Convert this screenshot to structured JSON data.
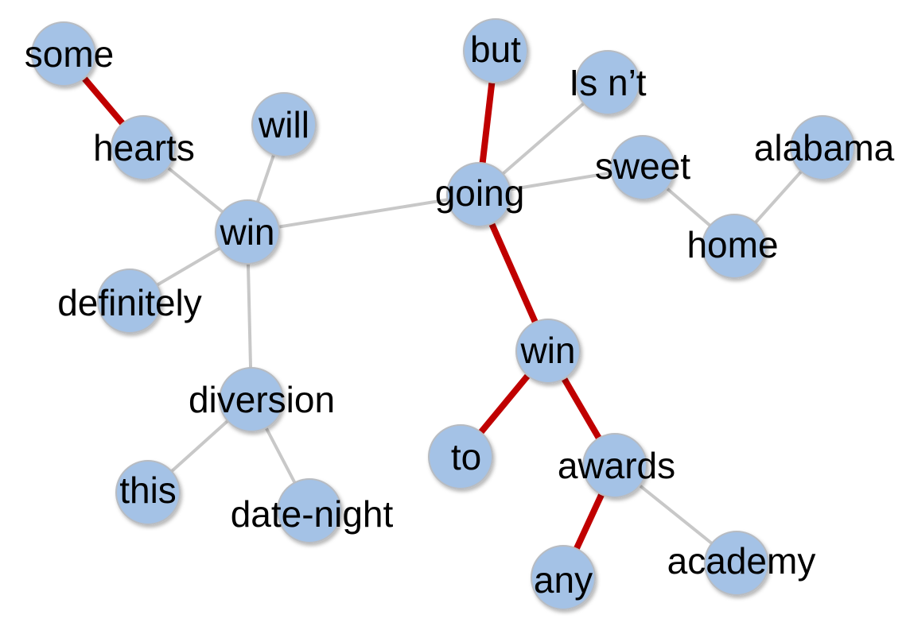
{
  "graph": {
    "colors": {
      "node_fill": "#a4c2e6",
      "node_border": "#b8bcc2",
      "edge_default": "#c8c8c8",
      "edge_highlight": "#c00000",
      "label": "#000000"
    },
    "nodes": [
      {
        "id": "some",
        "label": "some"
      },
      {
        "id": "hearts",
        "label": "hearts"
      },
      {
        "id": "will",
        "label": "will"
      },
      {
        "id": "win1",
        "label": "win"
      },
      {
        "id": "definitely",
        "label": "definitely"
      },
      {
        "id": "diversion",
        "label": "diversion"
      },
      {
        "id": "this",
        "label": "this"
      },
      {
        "id": "date-night",
        "label": "date-night"
      },
      {
        "id": "but",
        "label": "but"
      },
      {
        "id": "isnt",
        "label": "Is n’t"
      },
      {
        "id": "going",
        "label": "going"
      },
      {
        "id": "sweet",
        "label": "sweet"
      },
      {
        "id": "alabama",
        "label": "alabama"
      },
      {
        "id": "home",
        "label": "home"
      },
      {
        "id": "win2",
        "label": "win"
      },
      {
        "id": "to",
        "label": "to"
      },
      {
        "id": "awards",
        "label": "awards"
      },
      {
        "id": "any",
        "label": "any"
      },
      {
        "id": "academy",
        "label": "academy"
      }
    ],
    "edges": [
      {
        "from": "some",
        "to": "hearts",
        "highlight": true
      },
      {
        "from": "hearts",
        "to": "win1",
        "highlight": false
      },
      {
        "from": "will",
        "to": "win1",
        "highlight": false
      },
      {
        "from": "definitely",
        "to": "win1",
        "highlight": false
      },
      {
        "from": "win1",
        "to": "diversion",
        "highlight": false
      },
      {
        "from": "diversion",
        "to": "this",
        "highlight": false
      },
      {
        "from": "diversion",
        "to": "date-night",
        "highlight": false
      },
      {
        "from": "win1",
        "to": "going",
        "highlight": false
      },
      {
        "from": "but",
        "to": "going",
        "highlight": true
      },
      {
        "from": "isnt",
        "to": "going",
        "highlight": false
      },
      {
        "from": "going",
        "to": "sweet",
        "highlight": false
      },
      {
        "from": "sweet",
        "to": "home",
        "highlight": false
      },
      {
        "from": "home",
        "to": "alabama",
        "highlight": false
      },
      {
        "from": "going",
        "to": "win2",
        "highlight": true
      },
      {
        "from": "win2",
        "to": "to",
        "highlight": true
      },
      {
        "from": "win2",
        "to": "awards",
        "highlight": true
      },
      {
        "from": "awards",
        "to": "any",
        "highlight": true
      },
      {
        "from": "awards",
        "to": "academy",
        "highlight": false
      }
    ]
  }
}
